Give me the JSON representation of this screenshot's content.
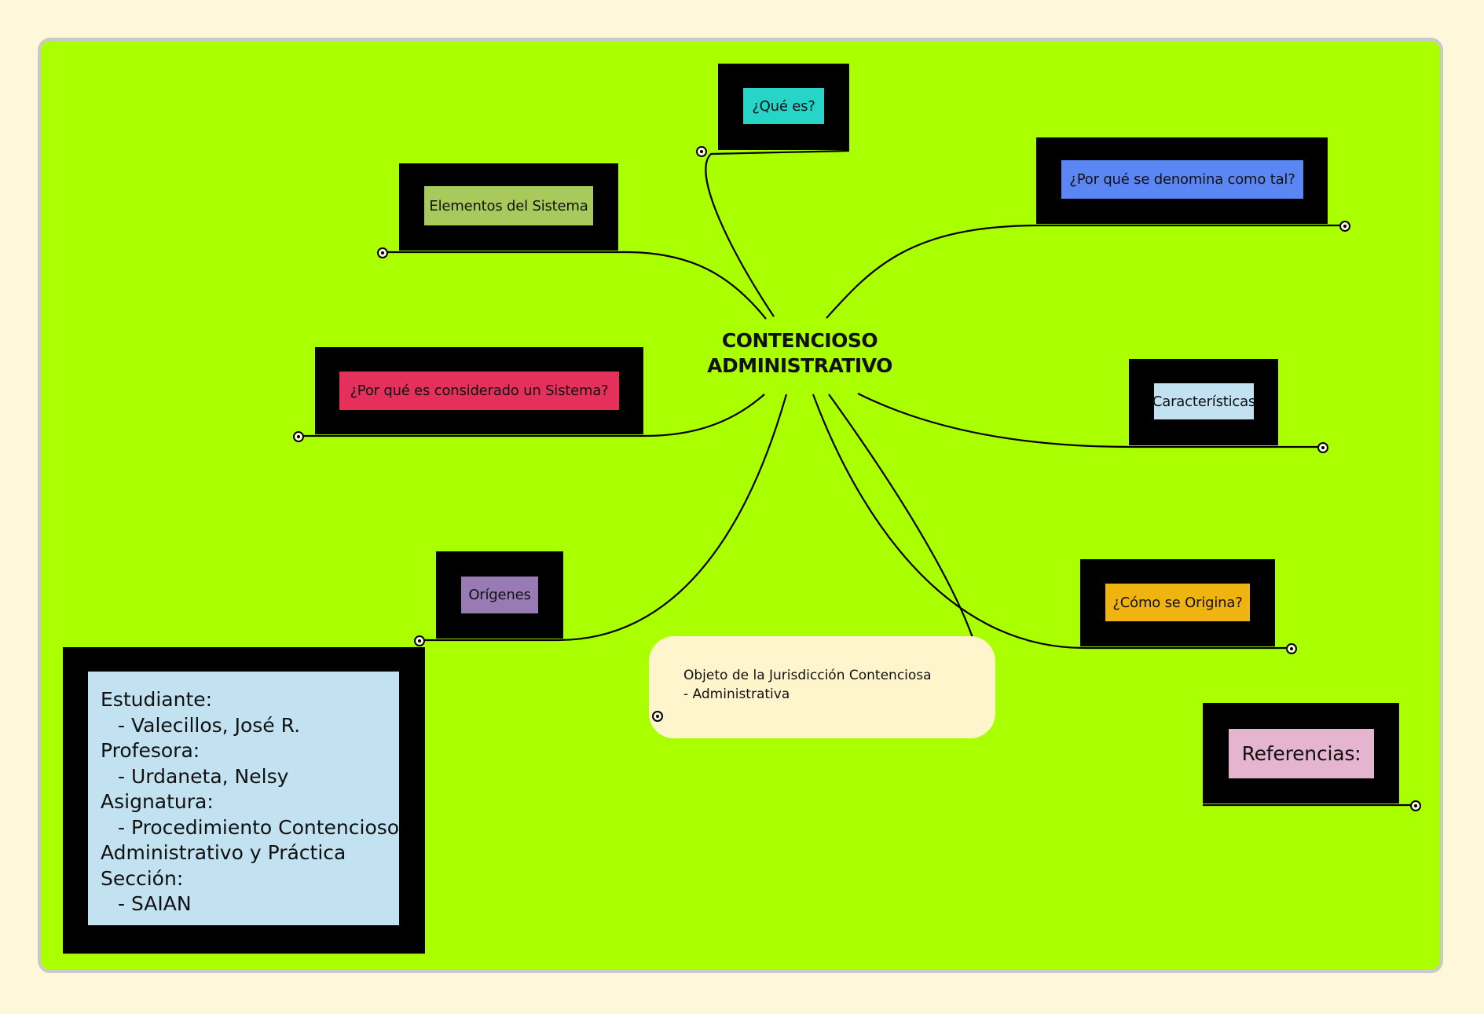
{
  "colors": {
    "page_background": "#fff7d9",
    "canvas_background": "#aaff00",
    "canvas_border": "#c9c9c9",
    "node_frame": "#000000"
  },
  "map": {
    "central_topic": {
      "line1": "CONTENCIOSO",
      "line2": "ADMINISTRATIVO"
    },
    "topics": [
      {
        "id": "que-es",
        "label": "¿Qué es?",
        "color": "#26d4c8"
      },
      {
        "id": "elementos",
        "label": "Elementos del Sistema",
        "color": "#a8c95c"
      },
      {
        "id": "denomina",
        "label": "¿Por qué se denomina como tal?",
        "color": "#5b87f5"
      },
      {
        "id": "sistema",
        "label": "¿Por qué es considerado un Sistema?",
        "color": "#e6305c"
      },
      {
        "id": "caracteristicas",
        "label": "Características",
        "color": "#c2e2f2"
      },
      {
        "id": "origenes",
        "label": "Orígenes",
        "color": "#987bb5"
      },
      {
        "id": "como-origina",
        "label": "¿Cómo se Origina?",
        "color": "#f0b410"
      },
      {
        "id": "referencias",
        "label": "Referencias:",
        "color": "#e5b4cf"
      }
    ],
    "note": {
      "line1": "Objeto de la Jurisdicción Contenciosa",
      "line2": "- Administrativa",
      "color": "#fff5cc"
    },
    "info_panel": {
      "color": "#c2e2f2",
      "lines": [
        "Estudiante:",
        "- Valecillos, José R.",
        "Profesora:",
        "- Urdaneta, Nelsy",
        "Asignatura:",
        "- Procedimiento Contencioso",
        "Administrativo y Práctica",
        "Sección:",
        "- SAIAN"
      ]
    }
  }
}
